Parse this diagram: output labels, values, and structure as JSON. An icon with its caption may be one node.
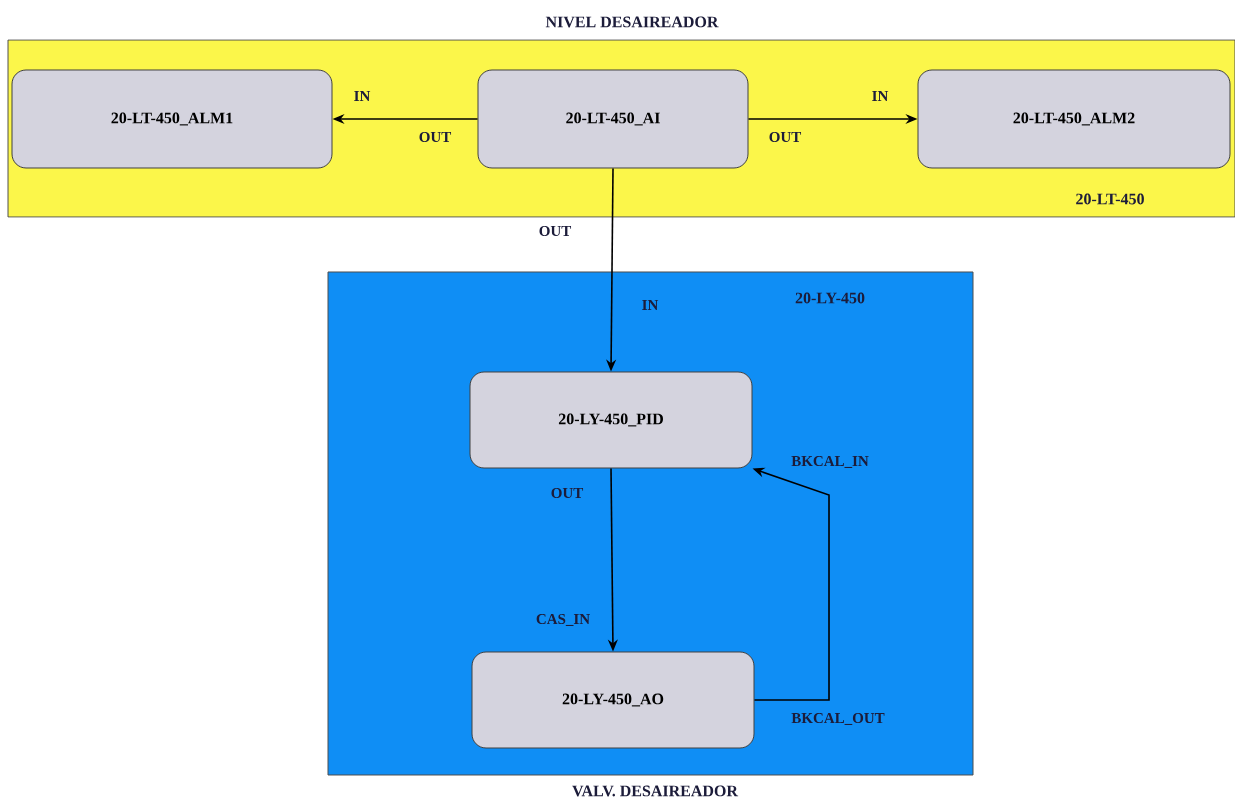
{
  "diagram": {
    "nodes": [
      {
        "text": [
          "NIVEL DESAIREADOR",
          "20-LT-450"
        ]
      },
      {
        "text": [
          "20-LT-450_ALM1"
        ],
        "in": 0
      },
      {
        "text": [
          "20-LT-450_AI"
        ],
        "in": 0
      },
      {
        "text": [
          "20-LT-450_ALM2"
        ],
        "in": 0
      },
      {
        "text": [
          "20-LY-450",
          "VALV. DESAIREADOR"
        ]
      },
      {
        "text": [
          "20-LY-450_PID"
        ],
        "in": 4
      },
      {
        "text": [
          "20-LY-450_AO"
        ],
        "in": 4
      }
    ],
    "edges": [
      {
        "from": 2,
        "to": 1,
        "arrow": "to"
      },
      {
        "from": 2,
        "to": 3,
        "arrow": "to"
      },
      {
        "from": 2,
        "to": 5,
        "arrow": "to"
      },
      {
        "from": 5,
        "to": 6,
        "arrow": "to"
      },
      {
        "from": 6,
        "to": 5,
        "arrow": "to"
      }
    ],
    "labels": [
      "IN",
      "IN",
      "OUT",
      "OUT",
      "OUT",
      "IN",
      "BKCAL_IN",
      "OUT",
      "CAS_IN",
      "BKCAL_OUT"
    ]
  }
}
